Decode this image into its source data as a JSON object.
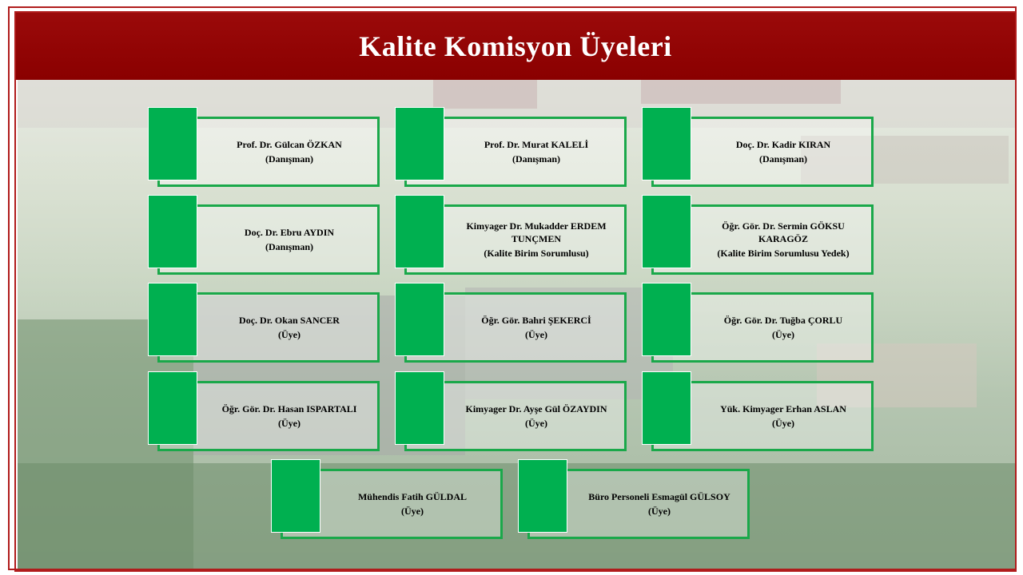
{
  "header": {
    "title": "Kalite Komisyon Üyeleri"
  },
  "members": [
    {
      "name": "Prof. Dr. Gülcan ÖZKAN",
      "role": "(Danışman)"
    },
    {
      "name": "Prof. Dr. Murat KALELİ",
      "role": "(Danışman)"
    },
    {
      "name": "Doç. Dr. Kadir KIRAN",
      "role": "(Danışman)"
    },
    {
      "name": "Doç. Dr. Ebru AYDIN",
      "role": "(Danışman)"
    },
    {
      "name": "Kimyager Dr. Mukadder ERDEM TUNÇMEN",
      "role": "(Kalite Birim Sorumlusu)"
    },
    {
      "name": "Öğr. Gör. Dr. Sermin GÖKSU KARAGÖZ",
      "role": "(Kalite Birim Sorumlusu Yedek)"
    },
    {
      "name": "Doç. Dr. Okan SANCER",
      "role": "(Üye)"
    },
    {
      "name": "Öğr. Gör. Bahri ŞEKERCİ",
      "role": "(Üye)"
    },
    {
      "name": "Öğr. Gör. Dr. Tuğba ÇORLU",
      "role": "(Üye)"
    },
    {
      "name": "Öğr. Gör. Dr. Hasan ISPARTALI",
      "role": "(Üye)"
    },
    {
      "name": "Kimyager Dr. Ayşe Gül ÖZAYDIN",
      "role": "(Üye)"
    },
    {
      "name": "Yük. Kimyager Erhan ASLAN",
      "role": "(Üye)"
    },
    {
      "name": "Mühendis Fatih GÜLDAL",
      "role": "(Üye)"
    },
    {
      "name": "Büro Personeli Esmagül GÜLSOY",
      "role": "(Üye)"
    }
  ],
  "colors": {
    "header": "#9b0a0a",
    "accent_green": "#00b050",
    "border_green": "#1aa84a",
    "frame": "#b01c1c"
  }
}
